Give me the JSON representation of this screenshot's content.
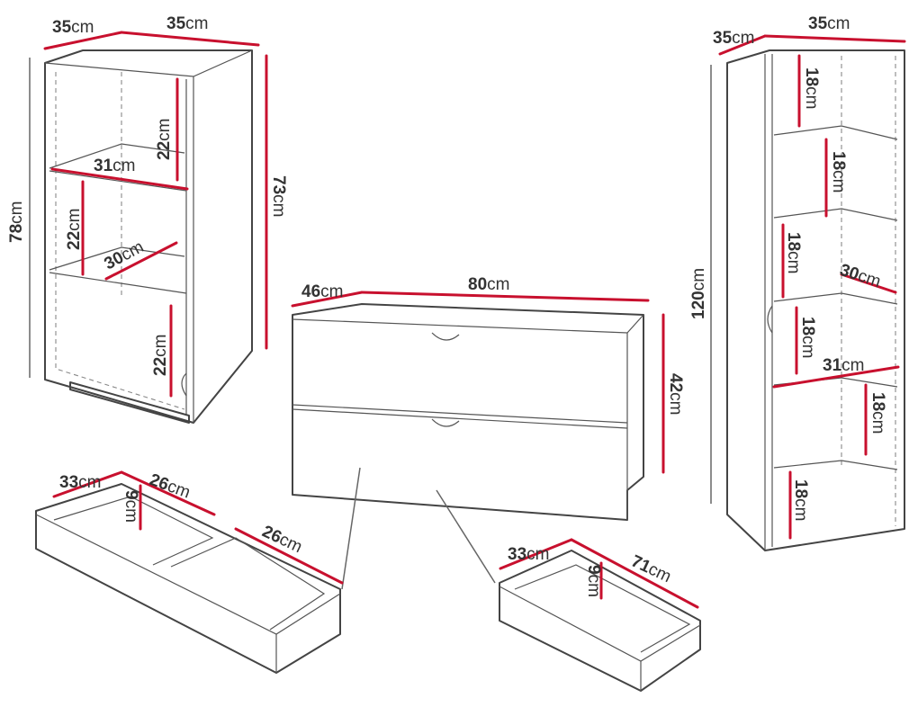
{
  "colors": {
    "dimension_line": "#c8102e",
    "outline": "#444444",
    "label": "#333333"
  },
  "unit": "cm",
  "cabinet_left": {
    "width": "35",
    "depth": "35",
    "height_outer": "78",
    "height_inner": "73",
    "shelf_width": "31",
    "shelf_depth": "30",
    "compartment_1": "22",
    "compartment_2": "22",
    "compartment_3": "22"
  },
  "dresser": {
    "depth": "46",
    "width": "80",
    "height": "42"
  },
  "drawers_small": {
    "depth": "33",
    "width_a": "26",
    "width_b": "26",
    "height": "9"
  },
  "drawer_large": {
    "depth": "33",
    "width": "71",
    "height": "9"
  },
  "tall_cabinet": {
    "depth": "35",
    "width": "35",
    "height": "120",
    "shelf_width": "31",
    "shelf_depth": "30",
    "compartment_1": "18",
    "compartment_2": "18",
    "compartment_3": "18",
    "compartment_4": "18",
    "compartment_5": "18",
    "compartment_6": "18"
  }
}
